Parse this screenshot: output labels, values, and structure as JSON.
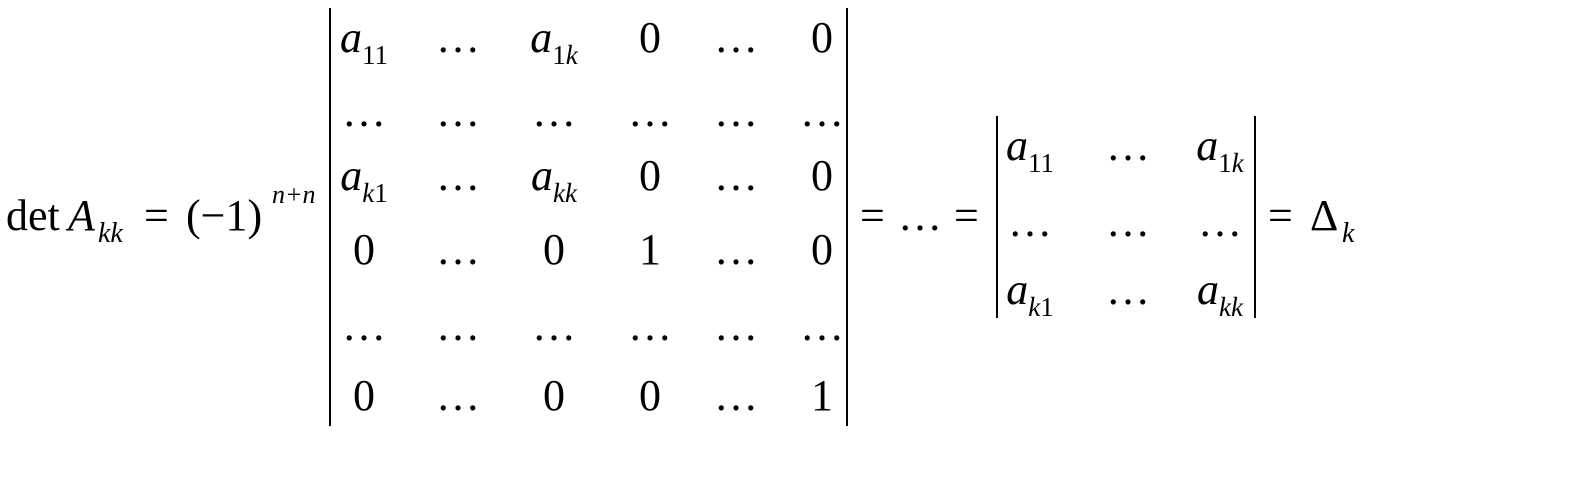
{
  "equation": {
    "det": "det",
    "A": "A",
    "A_sub": "kk",
    "eq1": "=",
    "sign_base": "(−1)",
    "sign_exp": "n+n",
    "eq2": "=",
    "mid_dots": "…",
    "eq3": "=",
    "eq4": "=",
    "delta": "Δ",
    "delta_sub": "k"
  },
  "matrix_big": {
    "rows": [
      [
        {
          "b": "a",
          "s": "11"
        },
        {
          "b": "…"
        },
        {
          "b": "a",
          "s": "1k"
        },
        {
          "b": "0"
        },
        {
          "b": "…"
        },
        {
          "b": "0"
        }
      ],
      [
        {
          "b": "…"
        },
        {
          "b": "…"
        },
        {
          "b": "…"
        },
        {
          "b": "…"
        },
        {
          "b": "…"
        },
        {
          "b": "…"
        }
      ],
      [
        {
          "b": "a",
          "s": "k1"
        },
        {
          "b": "…"
        },
        {
          "b": "a",
          "s": "kk"
        },
        {
          "b": "0"
        },
        {
          "b": "…"
        },
        {
          "b": "0"
        }
      ],
      [
        {
          "b": "0"
        },
        {
          "b": "…"
        },
        {
          "b": "0"
        },
        {
          "b": "1"
        },
        {
          "b": "…"
        },
        {
          "b": "0"
        }
      ],
      [
        {
          "b": "…"
        },
        {
          "b": "…"
        },
        {
          "b": "…"
        },
        {
          "b": "…"
        },
        {
          "b": "…"
        },
        {
          "b": "…"
        }
      ],
      [
        {
          "b": "0"
        },
        {
          "b": "…"
        },
        {
          "b": "0"
        },
        {
          "b": "0"
        },
        {
          "b": "…"
        },
        {
          "b": "1"
        }
      ]
    ]
  },
  "matrix_small": {
    "rows": [
      [
        {
          "b": "a",
          "s": "11"
        },
        {
          "b": "…"
        },
        {
          "b": "a",
          "s": "1k"
        }
      ],
      [
        {
          "b": "…"
        },
        {
          "b": "…"
        },
        {
          "b": "…"
        }
      ],
      [
        {
          "b": "a",
          "s": "k1"
        },
        {
          "b": "…"
        },
        {
          "b": "a",
          "s": "kk"
        }
      ]
    ]
  }
}
